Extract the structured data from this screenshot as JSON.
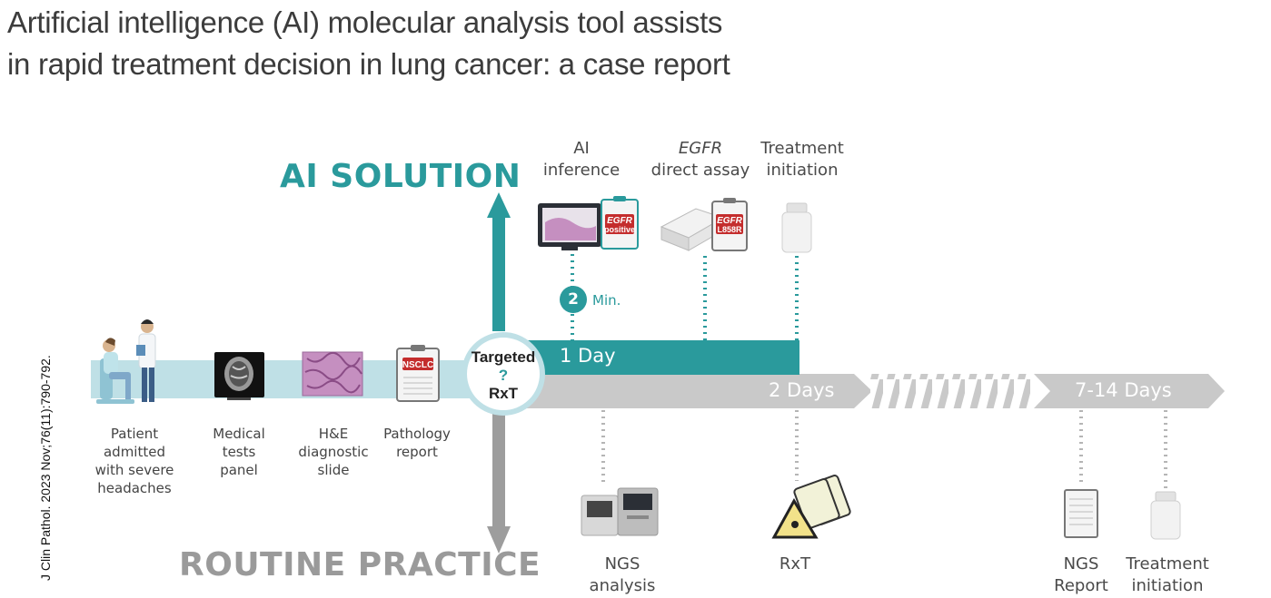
{
  "title": "Artificial intelligence (AI) molecular analysis tool assists in rapid treatment decision in lung cancer: a case report",
  "citation": "J Clin Pathol. 2023 Nov;76(11):790-792.",
  "ai_solution": "AI SOLUTION",
  "routine_practice": "ROUTINE PRACTICE",
  "center": {
    "line1": "Targeted",
    "q": "?",
    "line2": "RxT"
  },
  "ai_time": {
    "number": "2",
    "unit": "Min."
  },
  "bars": {
    "one_day": "1 Day",
    "two_days": "2 Days",
    "week": "7-14 Days"
  },
  "report_labels": {
    "nsclc": "NSCLC",
    "egfr_positive_1": "EGFR",
    "egfr_positive_2": "positive",
    "egfr_l858r_1": "EGFR",
    "egfr_l858r_2": "L858R"
  },
  "steps_left": [
    {
      "lines": [
        "Patient admitted",
        "with severe",
        "headaches"
      ]
    },
    {
      "lines": [
        "Medical",
        "tests",
        "panel"
      ]
    },
    {
      "lines": [
        "H&E",
        "diagnostic",
        "slide"
      ]
    },
    {
      "lines": [
        "Pathology",
        "report"
      ]
    }
  ],
  "ai_steps": [
    {
      "lines": [
        "AI",
        "inference"
      ]
    },
    {
      "line1_italic": "EGFR",
      "line2": "direct assay"
    },
    {
      "lines": [
        "Treatment",
        "initiation"
      ]
    }
  ],
  "routine_steps": [
    {
      "lines": [
        "NGS",
        "analysis"
      ]
    },
    {
      "lines": [
        "RxT"
      ]
    },
    {
      "lines": [
        "NGS",
        "Report"
      ]
    },
    {
      "lines": [
        "Treatment",
        "initiation"
      ]
    }
  ],
  "colors": {
    "teal": "#2a9a9c",
    "gray_bar": "#c9c9c9",
    "light_blue": "#bfe0e6",
    "text_gray": "#9a9a9a"
  }
}
